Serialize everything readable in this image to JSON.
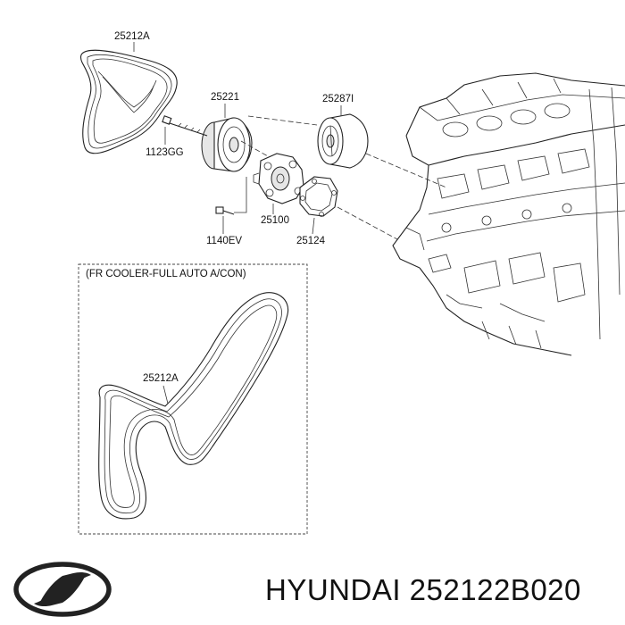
{
  "callouts": {
    "belt_top": "25212A",
    "idler_pulley": "25221",
    "bolt_top": "1123GG",
    "water_pump_pulley": "25287I",
    "water_pump": "25100",
    "bolt_bottom": "1140EV",
    "gasket": "25124",
    "belt_box": "25212A"
  },
  "option_box": {
    "title": "(FR COOLER-FULL AUTO A/CON)"
  },
  "brand": {
    "name": "HYUNDAI",
    "part_number": "252122B020",
    "caption": "HYUNDAI 252122B020"
  }
}
